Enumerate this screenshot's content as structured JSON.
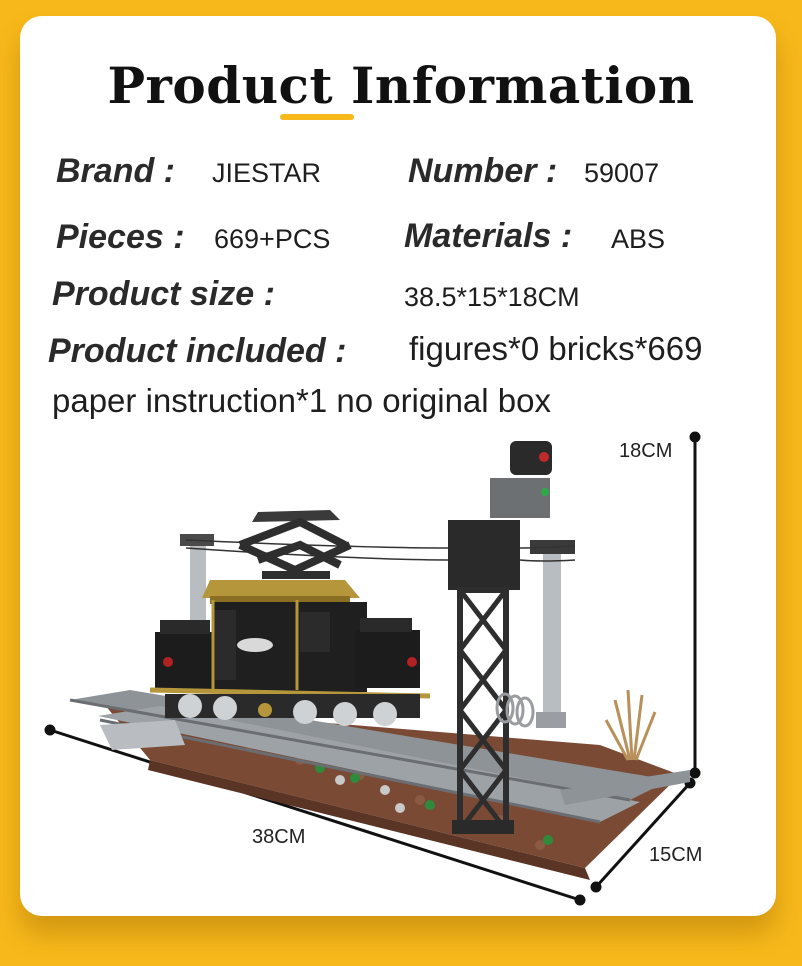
{
  "title": "Product Information",
  "specs": {
    "brand_label": "Brand :",
    "brand_value": "JIESTAR",
    "number_label": "Number :",
    "number_value": "59007",
    "pieces_label": "Pieces :",
    "pieces_value": "669+PCS",
    "materials_label": "Materials :",
    "materials_value": "ABS",
    "size_label": "Product size :",
    "size_value": "38.5*15*18CM",
    "included_label": "Product included :",
    "included_line1": "figures*0 bricks*669",
    "included_line2": "paper instruction*1  no original box"
  },
  "dimensions": {
    "height": "18CM",
    "length": "38CM",
    "depth": "15CM"
  },
  "colors": {
    "background": "#f6b81a",
    "accent": "#f6b81a",
    "card": "#ffffff"
  }
}
